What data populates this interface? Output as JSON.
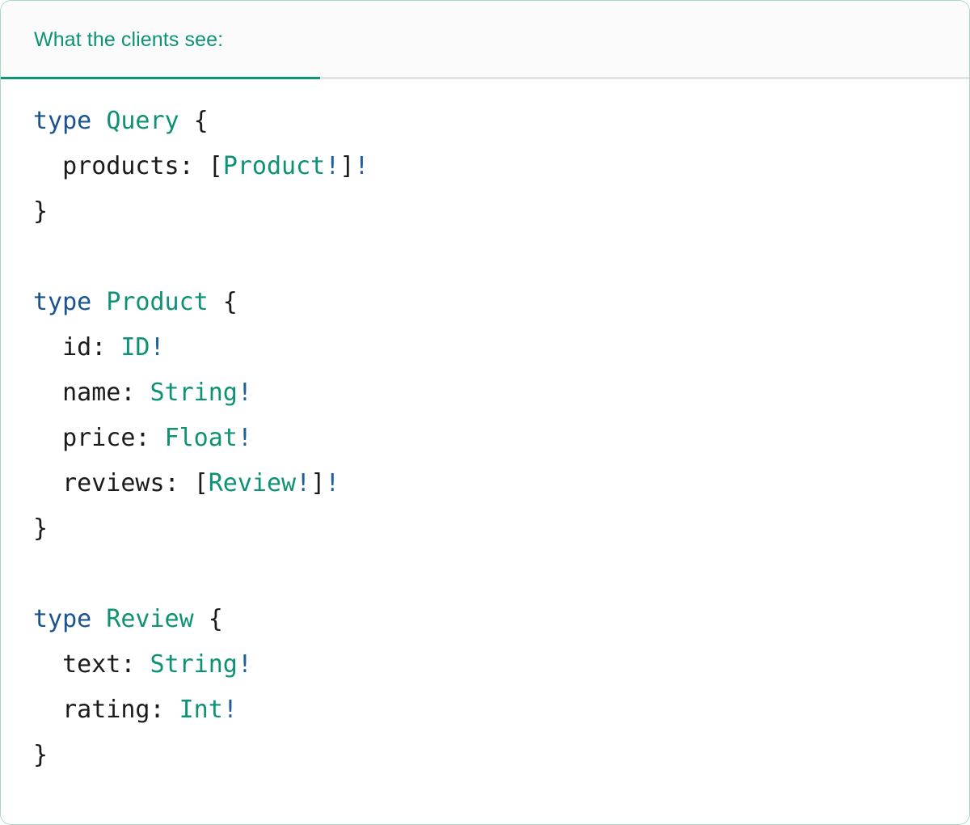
{
  "card": {
    "border_color": "#a9d6c4",
    "background": "#ffffff"
  },
  "header": {
    "tab_label": "What the clients see:",
    "accent_color": "#0d9373",
    "underline_color": "#0f9477",
    "divider_color": "#e3e3e5",
    "background": "#fbfbfb"
  },
  "code": {
    "language": "graphql",
    "colors": {
      "keyword": "#1a5490",
      "type_name": "#0d9373",
      "punctuation": "#1b1b1b",
      "field_name": "#1b1b1b",
      "non_null_bang": "#1f5fa0"
    },
    "lines": [
      [
        {
          "t": "type",
          "c": "keyword"
        },
        {
          "t": " ",
          "c": "punct"
        },
        {
          "t": "Query",
          "c": "type"
        },
        {
          "t": " {",
          "c": "punct"
        }
      ],
      [
        {
          "t": "  products",
          "c": "field"
        },
        {
          "t": ": ",
          "c": "punct"
        },
        {
          "t": "[",
          "c": "punct"
        },
        {
          "t": "Product",
          "c": "type"
        },
        {
          "t": "!",
          "c": "bang"
        },
        {
          "t": "]",
          "c": "punct"
        },
        {
          "t": "!",
          "c": "bang"
        }
      ],
      [
        {
          "t": "}",
          "c": "punct"
        }
      ],
      [],
      [
        {
          "t": "type",
          "c": "keyword"
        },
        {
          "t": " ",
          "c": "punct"
        },
        {
          "t": "Product",
          "c": "type"
        },
        {
          "t": " {",
          "c": "punct"
        }
      ],
      [
        {
          "t": "  id",
          "c": "field"
        },
        {
          "t": ": ",
          "c": "punct"
        },
        {
          "t": "ID",
          "c": "type"
        },
        {
          "t": "!",
          "c": "bang"
        }
      ],
      [
        {
          "t": "  name",
          "c": "field"
        },
        {
          "t": ": ",
          "c": "punct"
        },
        {
          "t": "String",
          "c": "type"
        },
        {
          "t": "!",
          "c": "bang"
        }
      ],
      [
        {
          "t": "  price",
          "c": "field"
        },
        {
          "t": ": ",
          "c": "punct"
        },
        {
          "t": "Float",
          "c": "type"
        },
        {
          "t": "!",
          "c": "bang"
        }
      ],
      [
        {
          "t": "  reviews",
          "c": "field"
        },
        {
          "t": ": ",
          "c": "punct"
        },
        {
          "t": "[",
          "c": "punct"
        },
        {
          "t": "Review",
          "c": "type"
        },
        {
          "t": "!",
          "c": "bang"
        },
        {
          "t": "]",
          "c": "punct"
        },
        {
          "t": "!",
          "c": "bang"
        }
      ],
      [
        {
          "t": "}",
          "c": "punct"
        }
      ],
      [],
      [
        {
          "t": "type",
          "c": "keyword"
        },
        {
          "t": " ",
          "c": "punct"
        },
        {
          "t": "Review",
          "c": "type"
        },
        {
          "t": " {",
          "c": "punct"
        }
      ],
      [
        {
          "t": "  text",
          "c": "field"
        },
        {
          "t": ": ",
          "c": "punct"
        },
        {
          "t": "String",
          "c": "type"
        },
        {
          "t": "!",
          "c": "bang"
        }
      ],
      [
        {
          "t": "  rating",
          "c": "field"
        },
        {
          "t": ": ",
          "c": "punct"
        },
        {
          "t": "Int",
          "c": "type"
        },
        {
          "t": "!",
          "c": "bang"
        }
      ],
      [
        {
          "t": "}",
          "c": "punct"
        }
      ]
    ]
  }
}
